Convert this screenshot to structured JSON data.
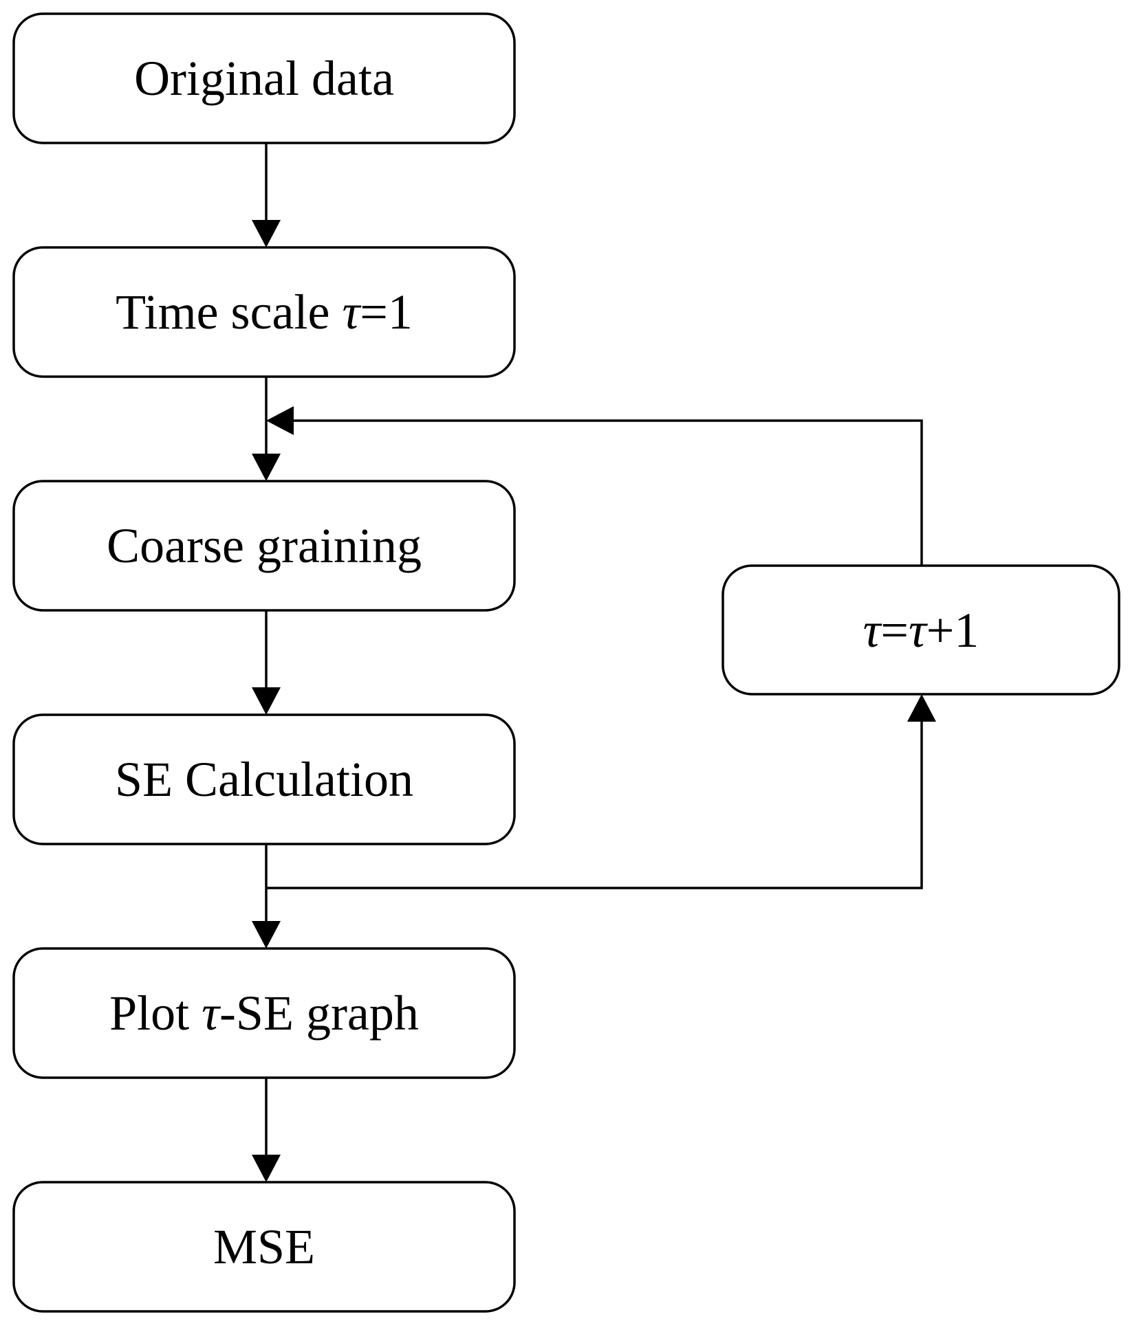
{
  "diagram": {
    "nodes": {
      "original_data": {
        "label": "Original data"
      },
      "time_scale": {
        "label_pre": "Time scale ",
        "label_tau": "τ",
        "label_post": "=1"
      },
      "coarse_graining": {
        "label": "Coarse graining"
      },
      "se_calculation": {
        "label": "SE Calculation"
      },
      "plot_graph": {
        "label_pre": "Plot ",
        "label_tau": "τ",
        "label_post": "-SE graph"
      },
      "mse": {
        "label": "MSE"
      },
      "tau_increment": {
        "label_tau1": "τ",
        "label_mid": "=",
        "label_tau2": "τ",
        "label_post": "+1"
      }
    },
    "colors": {
      "stroke": "#000000",
      "fill": "#ffffff",
      "text": "#000000"
    }
  }
}
